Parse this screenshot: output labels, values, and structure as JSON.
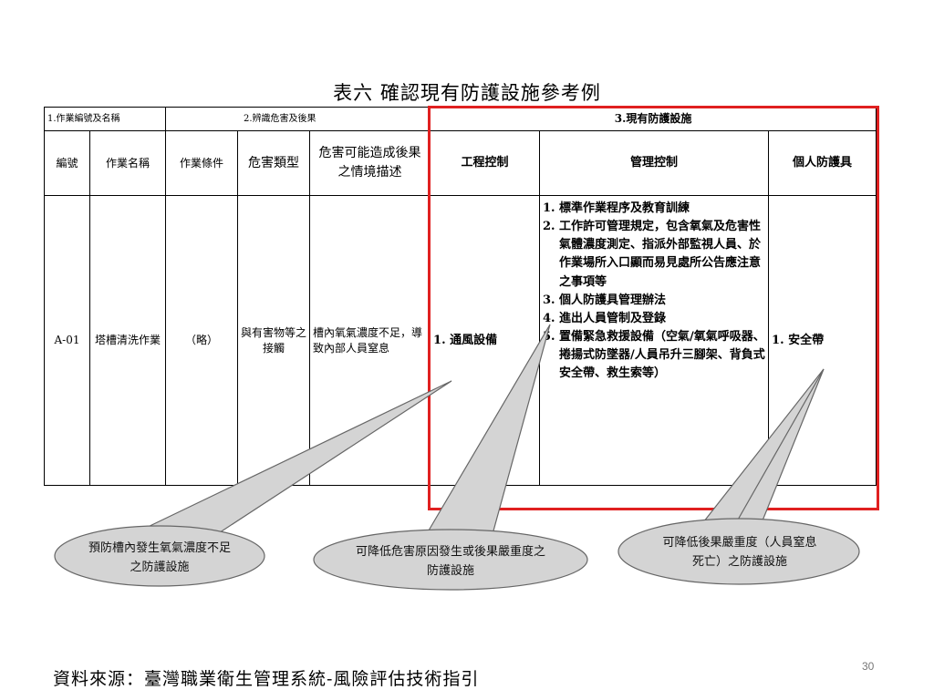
{
  "title": "表六  確認現有防護設施參考例",
  "table": {
    "group_headers": {
      "job": "1.作業編號及名稱",
      "hazard": "2.辨識危害及後果",
      "protection": "3.現有防護設施"
    },
    "columns": {
      "id": "編號",
      "name": "作業名稱",
      "condition": "作業條件",
      "hazard_type": "危害類型",
      "scenario": "危害可能造成後果之情境描述",
      "engineering": "工程控制",
      "management": "管理控制",
      "ppe": "個人防護具"
    },
    "row": {
      "id": "A-01",
      "name": "塔槽清洗作業",
      "condition": "（略）",
      "hazard_type": "與有害物等之接觸",
      "scenario": "槽內氧氣濃度不足，導致內部人員窒息",
      "engineering": "1. 通風設備",
      "management": [
        "標準作業程序及教育訓練",
        "工作許可管理規定，包含氧氣及危害性氣體濃度測定、指派外部監視人員、於作業場所入口顯而易見處所公告應注意之事項等",
        "個人防護具管理辦法",
        "進出人員管制及登錄",
        "置備緊急救援設備（空氣/氧氣呼吸器、捲揚式防墜器/人員吊升三腳架、背負式安全帶、救生索等）"
      ],
      "ppe": "1. 安全帶"
    }
  },
  "callouts": {
    "left": "預防槽內發生氧氣濃度不足之防護設施",
    "middle": "可降低危害原因發生或後果嚴重度之防護設施",
    "right": "可降低後果嚴重度（人員窒息死亡）之防護設施"
  },
  "footer": "資料來源：臺灣職業衛生管理系統-風險評估技術指引",
  "page_number": "30"
}
